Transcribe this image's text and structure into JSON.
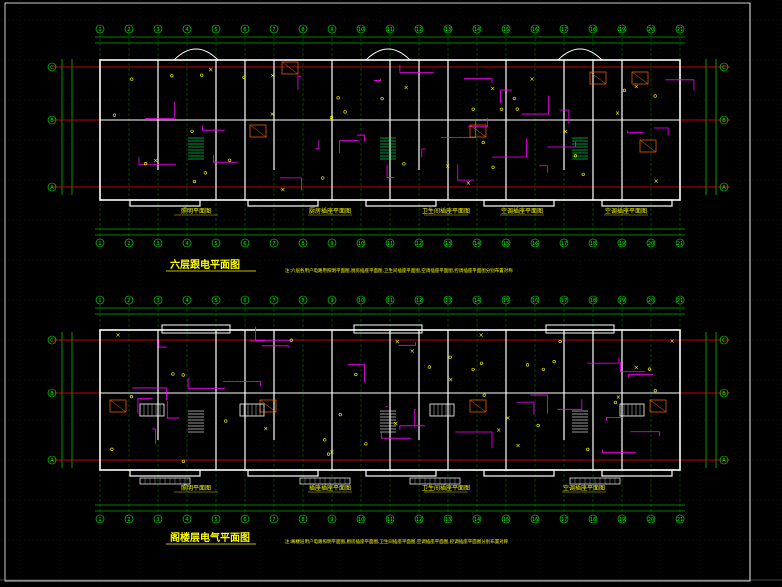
{
  "colors": {
    "background": "#000000",
    "grid": "#00ff00",
    "walls": "#ffffff",
    "axis_lines": "#ff0000",
    "wiring": "#ff00ff",
    "fixtures": "#ffff00",
    "furniture": "#ff6600"
  },
  "plans": [
    {
      "title": "六层跟电平面图",
      "note": "注:六层各用户电路用照明平面图,厨房插座平面图,卫生间插座平面图,空调插座平面图,控调插座平面图分别布置对称",
      "row_labels": [
        "C",
        "B",
        "A"
      ],
      "column_labels": [
        "1",
        "2",
        "3",
        "4",
        "5",
        "6",
        "7",
        "8",
        "9",
        "10",
        "11",
        "12",
        "13",
        "14",
        "15",
        "16",
        "17",
        "18",
        "19",
        "20",
        "21"
      ],
      "captions": [
        "照明平面图",
        "厨房插座平面图",
        "卫生间插座平面图",
        "空调插座平面图",
        "空调插座平面图"
      ]
    },
    {
      "title": "阁楼层电气平面图",
      "note": "注:阁楼层用户电路照明平面图,厨房插座平面图,卫生间插座平面图,空调插座平面图,控调插座平面图分别布置对称",
      "row_labels": [
        "C",
        "B",
        "A"
      ],
      "column_labels": [
        "1",
        "2",
        "3",
        "4",
        "5",
        "6",
        "7",
        "8",
        "9",
        "10",
        "11",
        "12",
        "13",
        "14",
        "15",
        "16",
        "17",
        "18",
        "19",
        "20",
        "21"
      ],
      "captions": [
        "照明平面图",
        "插座插座平面图",
        "卫生间插座平面图",
        "空调插座平面图"
      ]
    }
  ]
}
